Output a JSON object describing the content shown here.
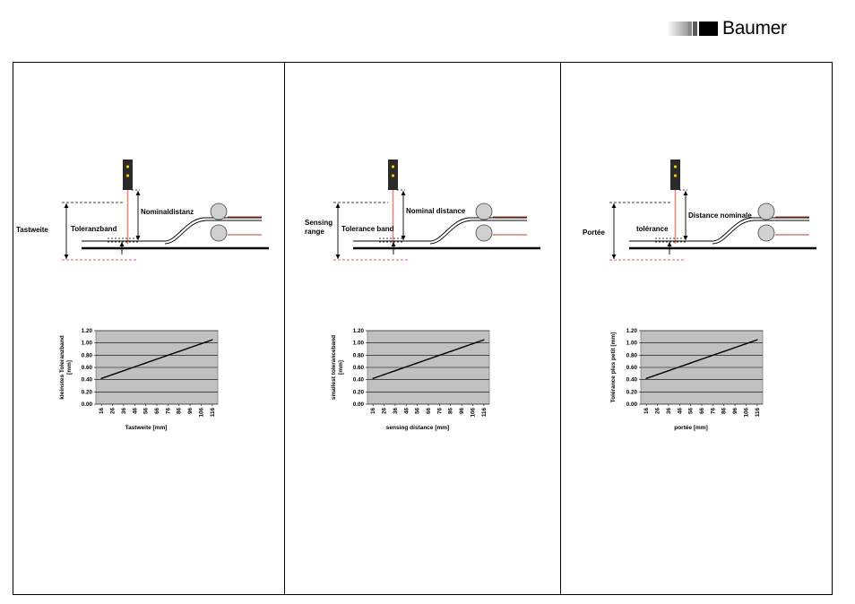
{
  "brand": {
    "name": "Baumer"
  },
  "panels": [
    {
      "lang": "de",
      "diagram": {
        "nominal_label": "Nominaldistanz",
        "tolerance_label": "Toleranzband",
        "range_label_lines": [
          "Tastweite"
        ]
      },
      "chart_data": {
        "type": "line",
        "x": [
          16,
          26,
          36,
          46,
          56,
          66,
          76,
          86,
          96,
          106,
          116
        ],
        "series": [
          {
            "values": [
              0.42,
              0.483,
              0.546,
              0.609,
              0.672,
              0.735,
              0.798,
              0.861,
              0.924,
              0.987,
              1.05
            ]
          }
        ],
        "xlabel": "Tastweite [mm]",
        "ylabel_lines": [
          "kleinstes Toleranzband",
          "[mm]"
        ],
        "ylim": [
          0,
          1.2
        ],
        "yticks": [
          "0.00",
          "0.20",
          "0.40",
          "0.60",
          "0.80",
          "1.00",
          "1.20"
        ],
        "xticks": [
          "16",
          "26",
          "36",
          "46",
          "56",
          "66",
          "76",
          "86",
          "96",
          "106",
          "116"
        ],
        "grid": true,
        "plot_bg": "#c0c0c0"
      }
    },
    {
      "lang": "en",
      "diagram": {
        "nominal_label": "Nominal distance",
        "tolerance_label": "Tolerance band",
        "range_label_lines": [
          "Sensing",
          "range"
        ]
      },
      "chart_data": {
        "type": "line",
        "x": [
          16,
          26,
          36,
          46,
          56,
          66,
          76,
          86,
          96,
          106,
          116
        ],
        "series": [
          {
            "values": [
              0.42,
              0.483,
              0.546,
              0.609,
              0.672,
              0.735,
              0.798,
              0.861,
              0.924,
              0.987,
              1.05
            ]
          }
        ],
        "xlabel": "sensing distance [mm]",
        "ylabel_lines": [
          "smallest toleranceband",
          "[mm]"
        ],
        "ylim": [
          0,
          1.2
        ],
        "yticks": [
          "0.00",
          "0.20",
          "0.40",
          "0.60",
          "0.80",
          "1.00",
          "1.20"
        ],
        "xticks": [
          "16",
          "26",
          "36",
          "46",
          "56",
          "66",
          "76",
          "86",
          "96",
          "106",
          "116"
        ],
        "grid": true,
        "plot_bg": "#c0c0c0"
      }
    },
    {
      "lang": "fr",
      "diagram": {
        "nominal_label": "Distance nominale",
        "tolerance_label": "tolérance",
        "range_label_lines": [
          "Portée"
        ]
      },
      "chart_data": {
        "type": "line",
        "x": [
          16,
          26,
          36,
          46,
          56,
          66,
          76,
          86,
          96,
          106,
          116
        ],
        "series": [
          {
            "values": [
              0.42,
              0.483,
              0.546,
              0.609,
              0.672,
              0.735,
              0.798,
              0.861,
              0.924,
              0.987,
              1.05
            ]
          }
        ],
        "xlabel": "portée [mm]",
        "ylabel_lines": [
          "Tolérance plus petit [mm]"
        ],
        "ylim": [
          0,
          1.2
        ],
        "yticks": [
          "0.00",
          "0.20",
          "0.40",
          "0.60",
          "0.80",
          "1.00",
          "1.20"
        ],
        "xticks": [
          "16",
          "26",
          "36",
          "46",
          "56",
          "66",
          "76",
          "86",
          "96",
          "106",
          "116"
        ],
        "grid": true,
        "plot_bg": "#c0c0c0"
      }
    }
  ]
}
